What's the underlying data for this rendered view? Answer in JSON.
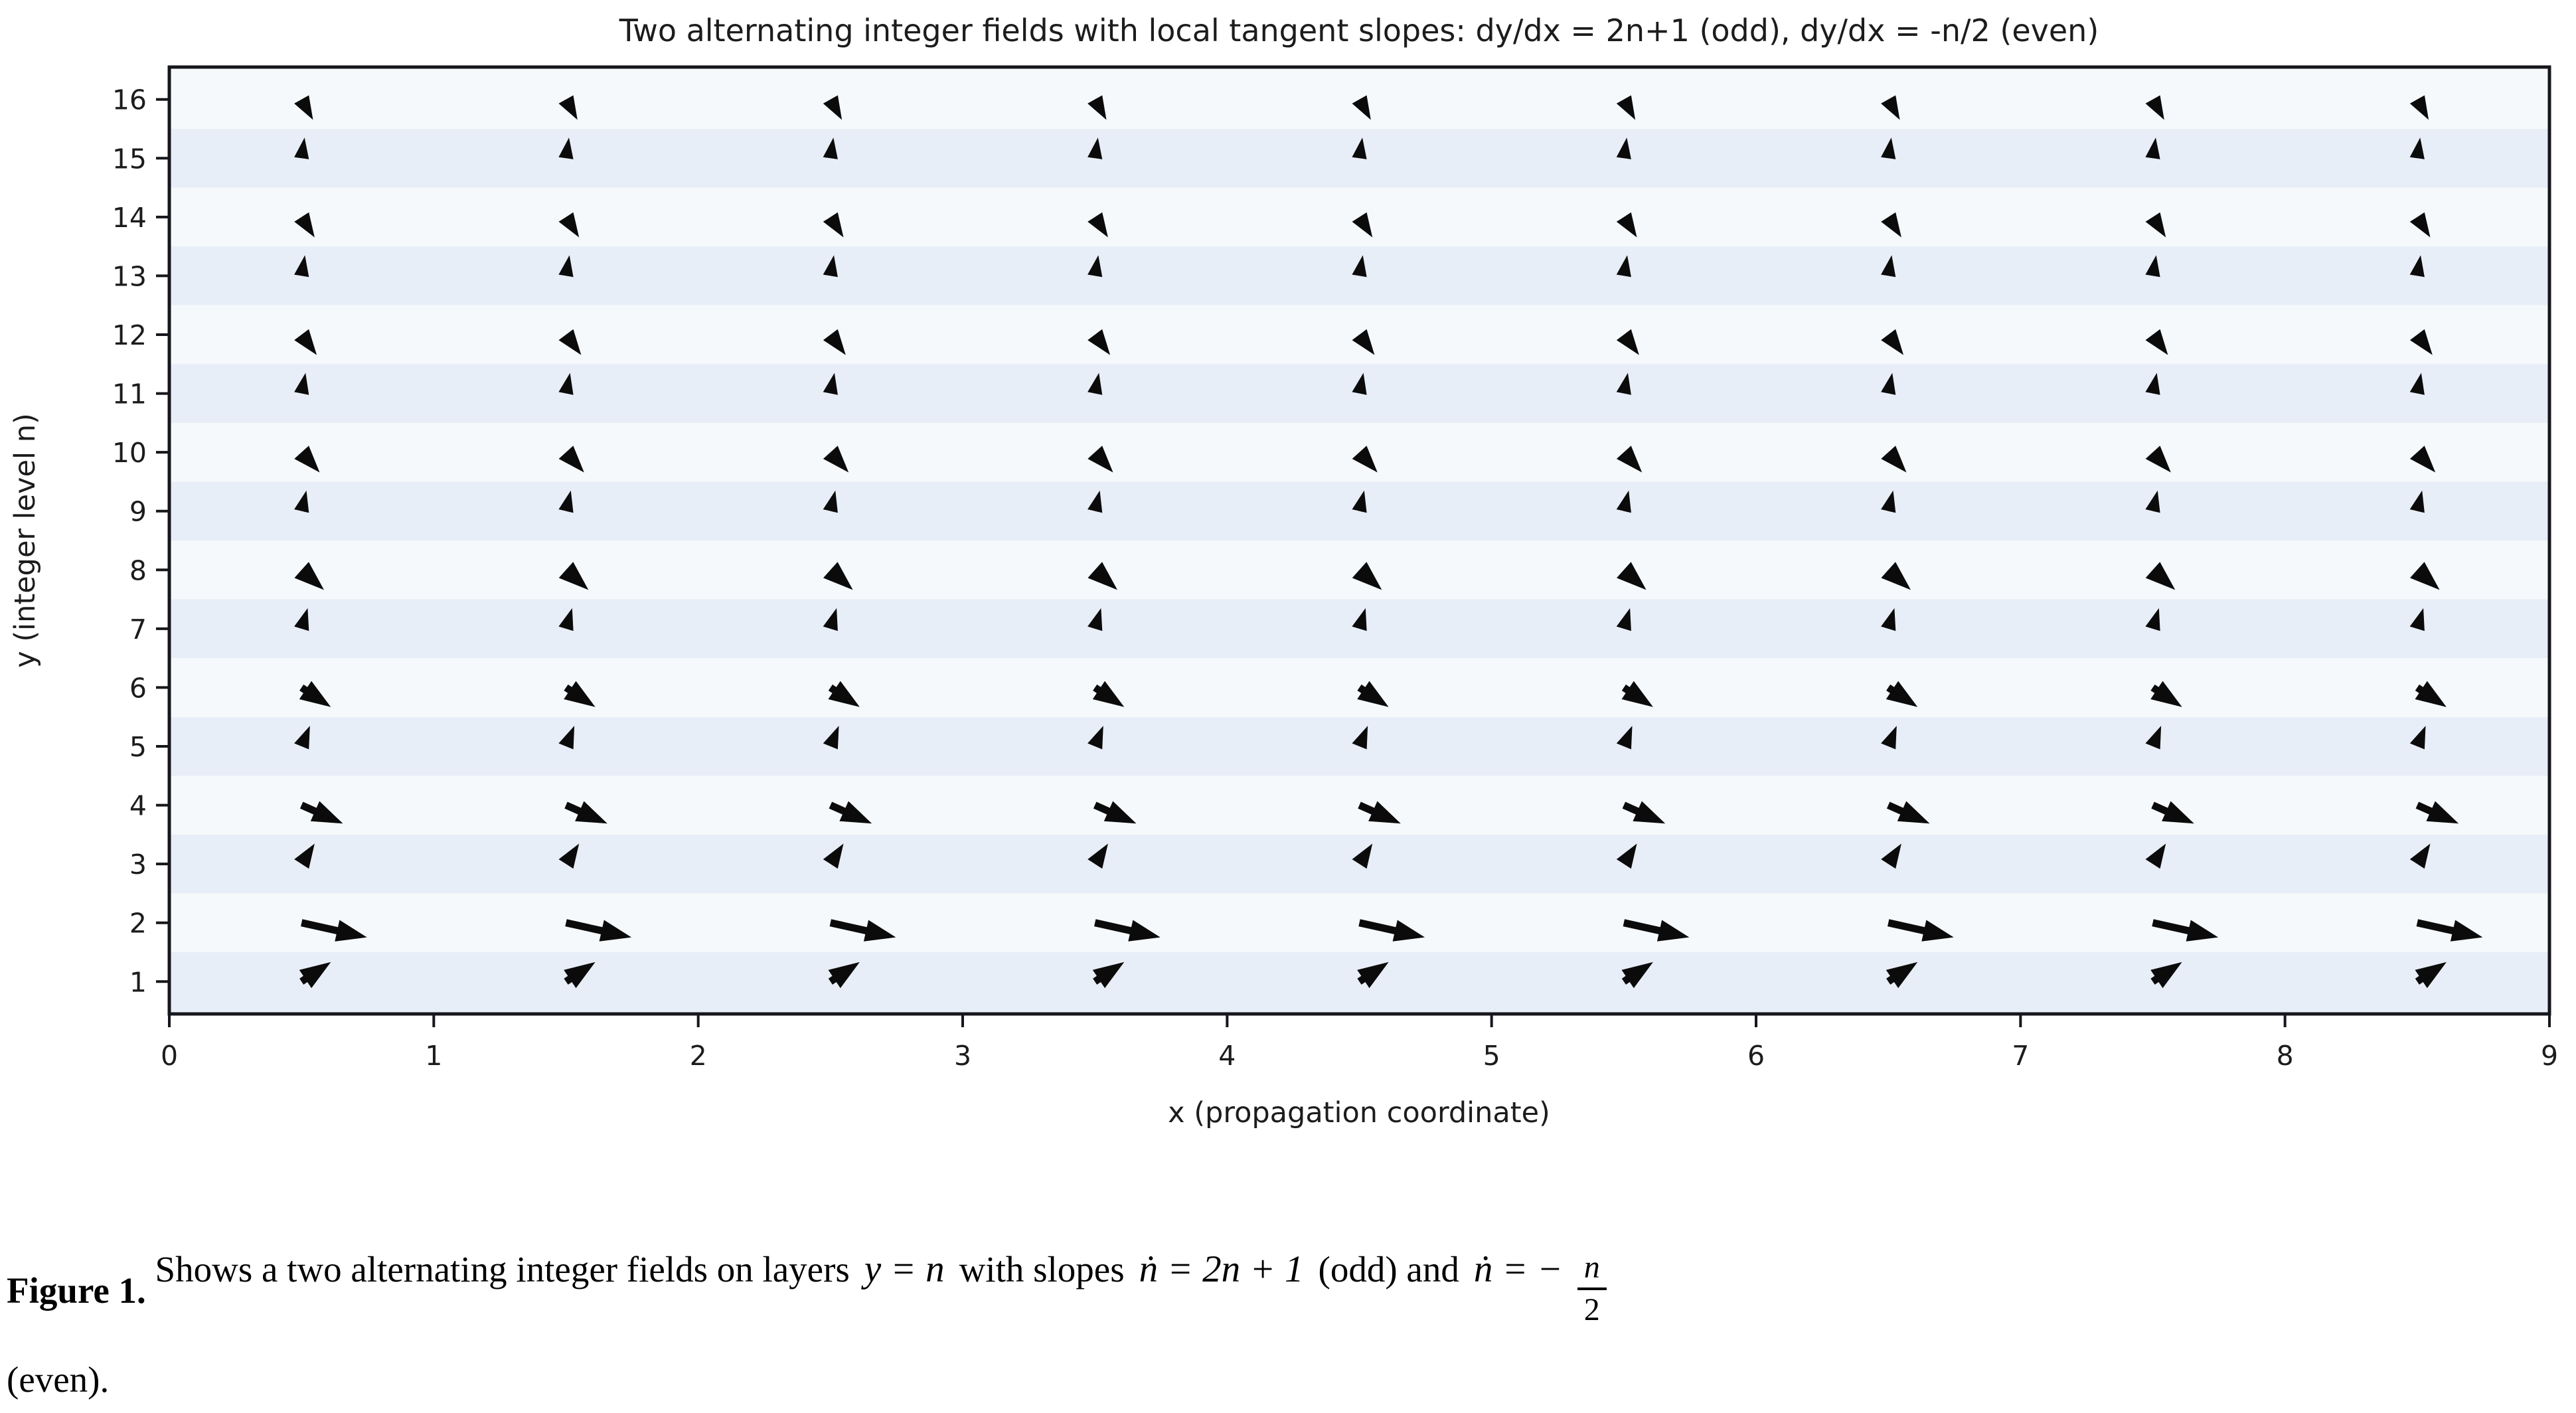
{
  "chart_data": {
    "type": "quiver",
    "title": "Two alternating integer fields with local tangent slopes: dy/dx = 2n+1 (odd), dy/dx = -n/2 (even)",
    "xlabel": "x (propagation coordinate)",
    "ylabel": "y (integer level n)",
    "xlim": [
      0,
      9
    ],
    "ylim": [
      0.45,
      16.55
    ],
    "x_ticks": [
      "0",
      "1",
      "2",
      "3",
      "4",
      "5",
      "6",
      "7",
      "8",
      "9"
    ],
    "y_ticks": [
      "1",
      "2",
      "3",
      "4",
      "5",
      "6",
      "7",
      "8",
      "9",
      "10",
      "11",
      "12",
      "13",
      "14",
      "15",
      "16"
    ],
    "arrow_x_positions": [
      0.5,
      1.5,
      2.5,
      3.5,
      4.5,
      5.5,
      6.5,
      7.5,
      8.5
    ],
    "rows": [
      {
        "n": 1,
        "parity": "odd",
        "slope": 3
      },
      {
        "n": 2,
        "parity": "even",
        "slope": -1
      },
      {
        "n": 3,
        "parity": "odd",
        "slope": 7
      },
      {
        "n": 4,
        "parity": "even",
        "slope": -2
      },
      {
        "n": 5,
        "parity": "odd",
        "slope": 11
      },
      {
        "n": 6,
        "parity": "even",
        "slope": -3
      },
      {
        "n": 7,
        "parity": "odd",
        "slope": 15
      },
      {
        "n": 8,
        "parity": "even",
        "slope": -4
      },
      {
        "n": 9,
        "parity": "odd",
        "slope": 19
      },
      {
        "n": 10,
        "parity": "even",
        "slope": -5
      },
      {
        "n": 11,
        "parity": "odd",
        "slope": 23
      },
      {
        "n": 12,
        "parity": "even",
        "slope": -6
      },
      {
        "n": 13,
        "parity": "odd",
        "slope": 27
      },
      {
        "n": 14,
        "parity": "even",
        "slope": -7
      },
      {
        "n": 15,
        "parity": "odd",
        "slope": 31
      },
      {
        "n": 16,
        "parity": "even",
        "slope": -8
      }
    ],
    "arrow_length_data_units": 0.35,
    "arrow_color": "#0b0b0b",
    "band_color_odd": "#e8eef7",
    "band_color_even": "#f5f9fc",
    "spine_color": "#16161d",
    "grid": "off",
    "legend": "none"
  },
  "caption": {
    "label": "Figure 1.",
    "segments": [
      {
        "type": "plain",
        "text": " Shows a two alternating integer fields on layers"
      },
      {
        "type": "math",
        "text": "y = n"
      },
      {
        "type": "plain",
        "text": "with slopes"
      },
      {
        "type": "math",
        "text": "ṅ = 2n + 1"
      },
      {
        "type": "plain",
        "text": "(odd) and"
      },
      {
        "type": "math",
        "text": "ṅ = −"
      },
      {
        "type": "fraction",
        "numerator": "n",
        "denominator": "2"
      }
    ],
    "line2": "(even)."
  }
}
